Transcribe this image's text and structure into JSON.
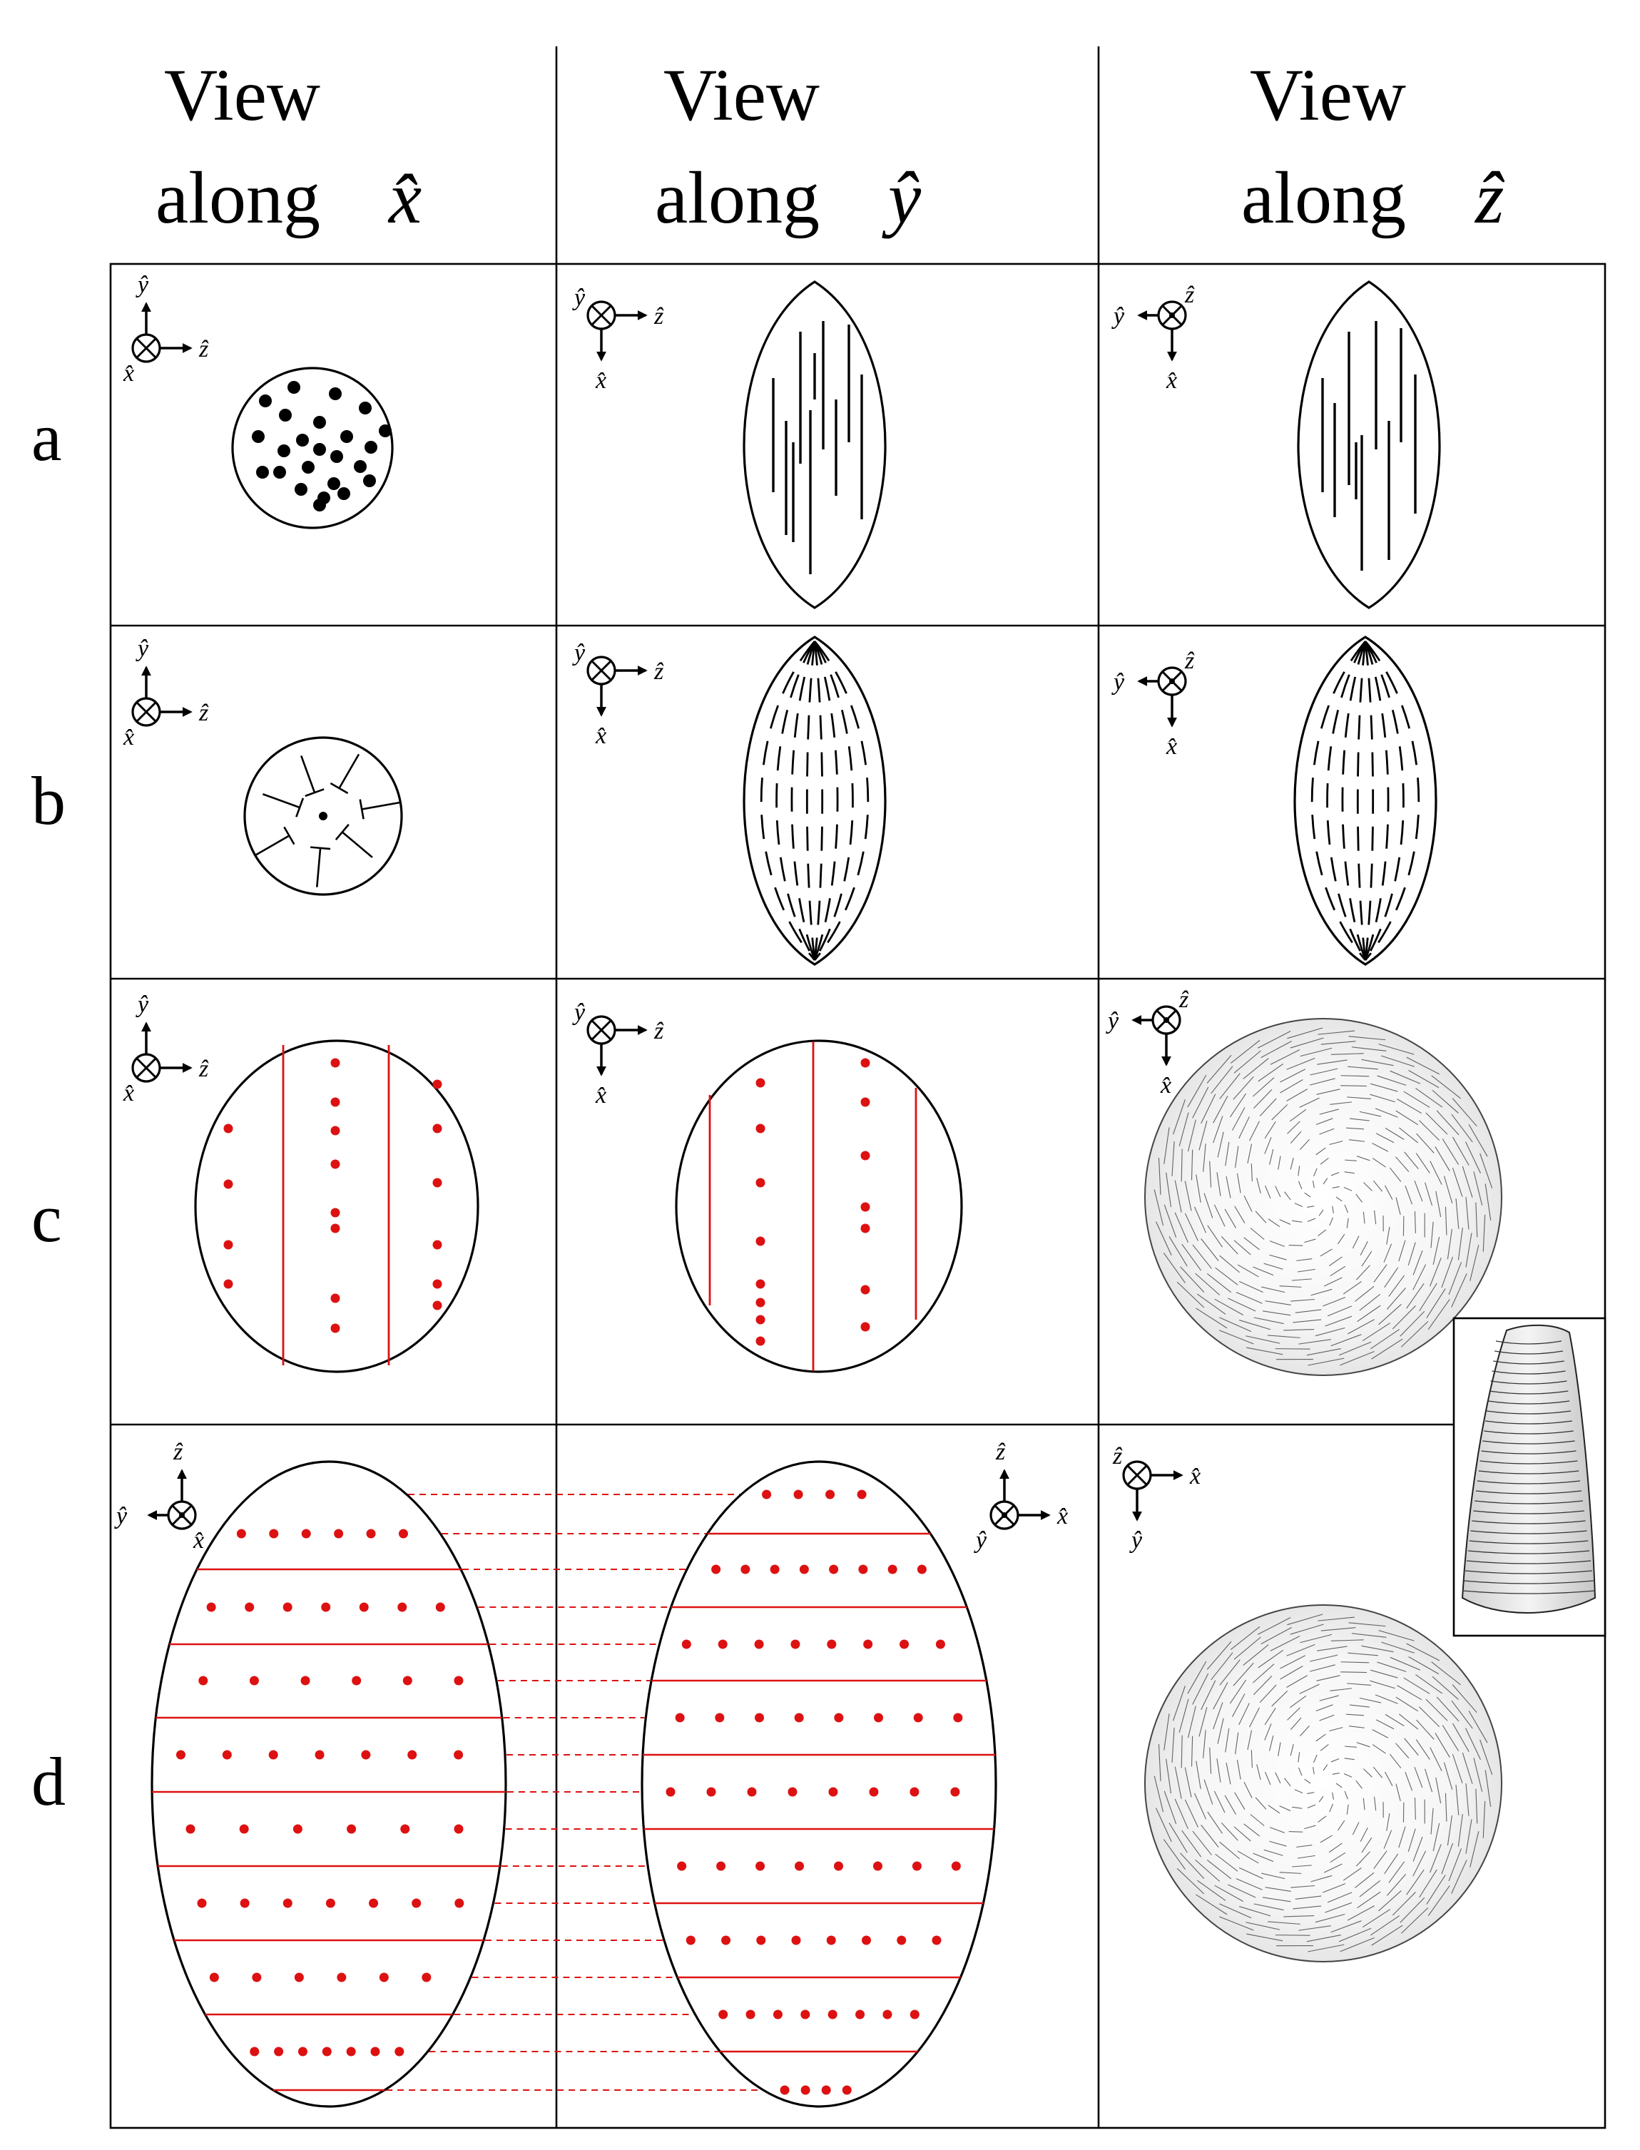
{
  "columns": [
    {
      "line1": "View",
      "line2": "along",
      "symbol": "x̂"
    },
    {
      "line1": "View",
      "line2": "along",
      "symbol": "ŷ"
    },
    {
      "line1": "View",
      "line2": "along",
      "symbol": "ẑ"
    }
  ],
  "rows": [
    {
      "label": "a"
    },
    {
      "label": "b"
    },
    {
      "label": "c"
    },
    {
      "label": "d"
    }
  ],
  "axis_symbols": {
    "x": "x̂",
    "y": "ŷ",
    "z": "ẑ"
  },
  "colors": {
    "line": "#000000",
    "highlight": "#dd1111",
    "texture": "#333333"
  }
}
